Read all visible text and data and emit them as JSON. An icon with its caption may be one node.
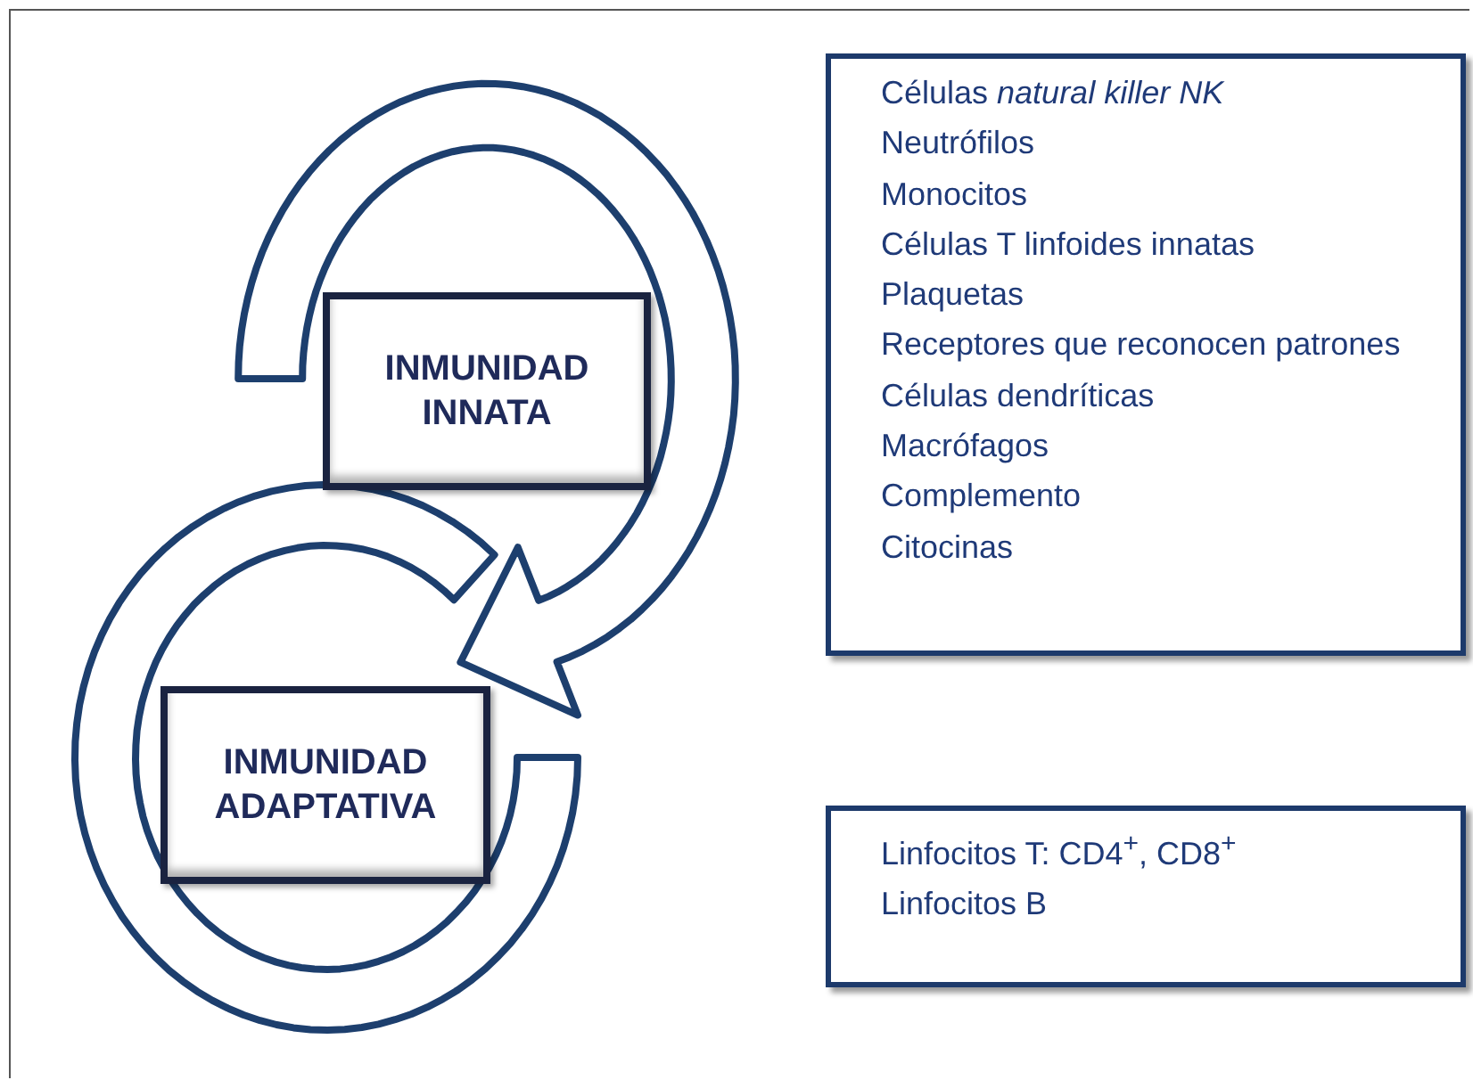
{
  "diagram": {
    "nodes": [
      {
        "text": [
          "INMUNIDAD INNATA"
        ]
      },
      {
        "text": [
          "INMUNIDAD ADAPTATIVA"
        ]
      },
      {
        "text": [
          "Células *natural killer NK*",
          "Neutrófilos",
          "Monocitos",
          "Células T linfoides innatas",
          "Plaquetas",
          "Receptores que reconocen patrones",
          "Células dendríticas",
          "Macrófagos",
          "Complemento",
          "Citocinas"
        ]
      },
      {
        "text": [
          "Linfocitos T: CD4$^{+}$, CD8$^{+}$",
          "Linfocitos B"
        ]
      }
    ],
    "edges": [
      {
        "from": 0,
        "to": 1,
        "arrow": "to"
      }
    ]
  }
}
